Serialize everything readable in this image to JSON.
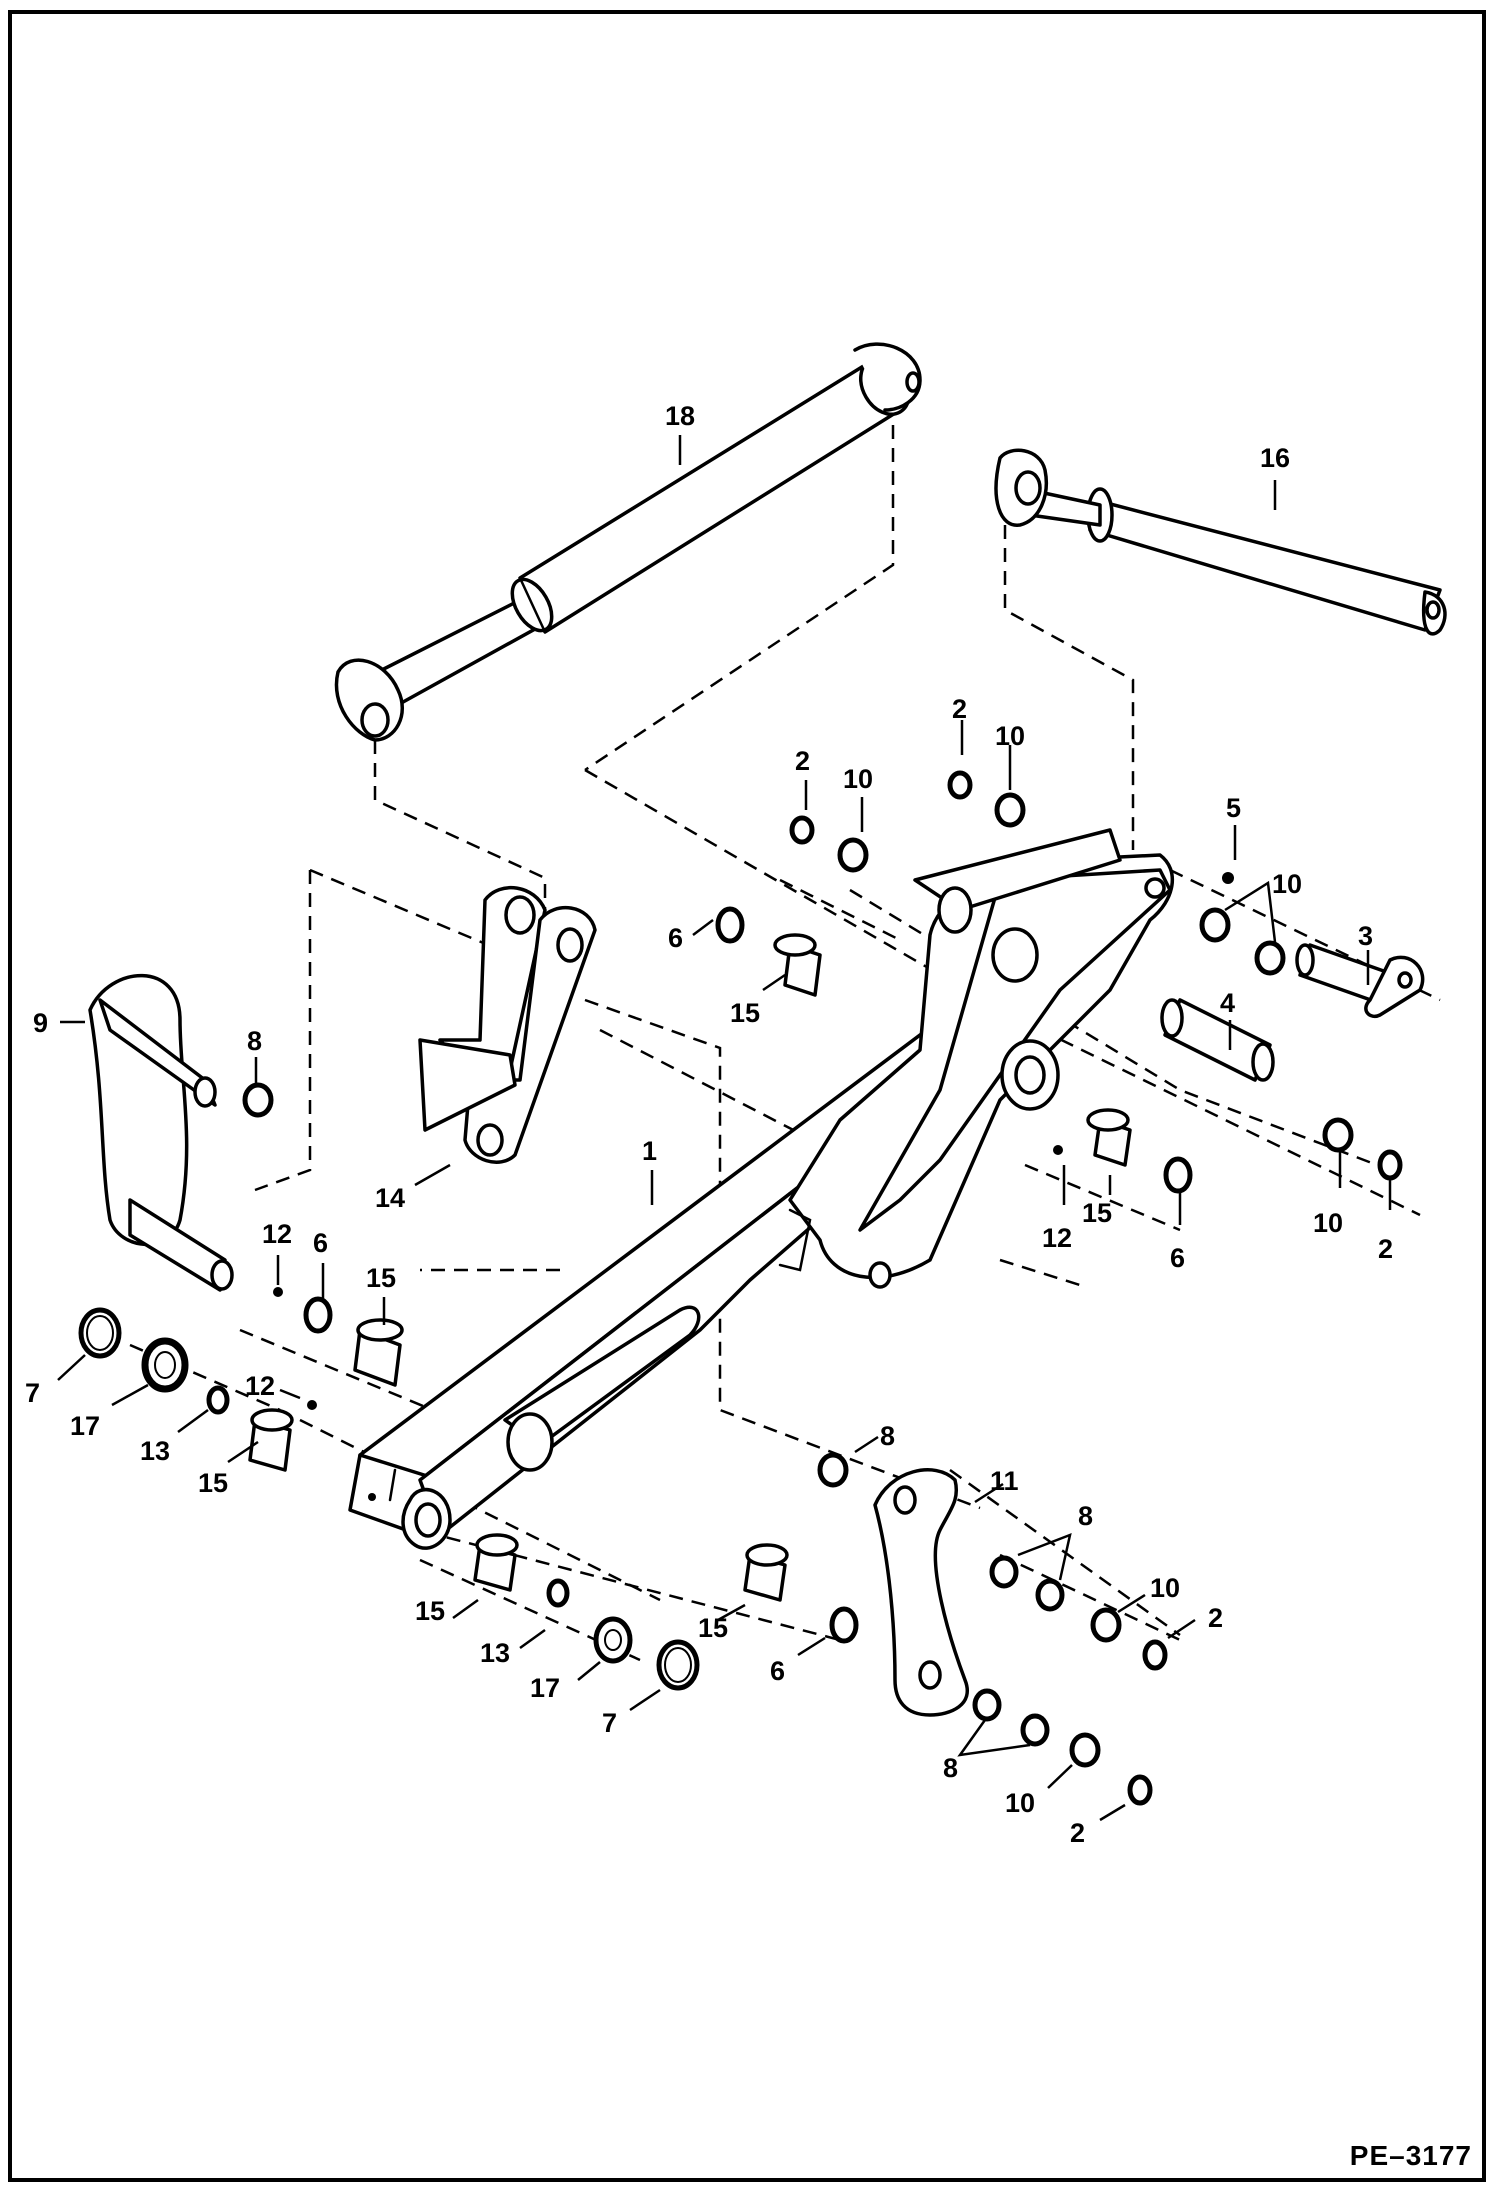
{
  "drawing_number": "PE–3177",
  "callouts": {
    "boom": "1",
    "snap_ring": "2",
    "pin_3": "3",
    "pin_4": "4",
    "grease_fitting_5": "5",
    "seal_6": "6",
    "ring_7": "7",
    "shim_8": "8",
    "link_9": "9",
    "washer_10": "10",
    "link_11": "11",
    "grease_fitting_12": "12",
    "ring_13": "13",
    "bracket_14": "14",
    "bushing_15": "15",
    "cylinder_16": "16",
    "bearing_17": "17",
    "cylinder_18": "18"
  }
}
